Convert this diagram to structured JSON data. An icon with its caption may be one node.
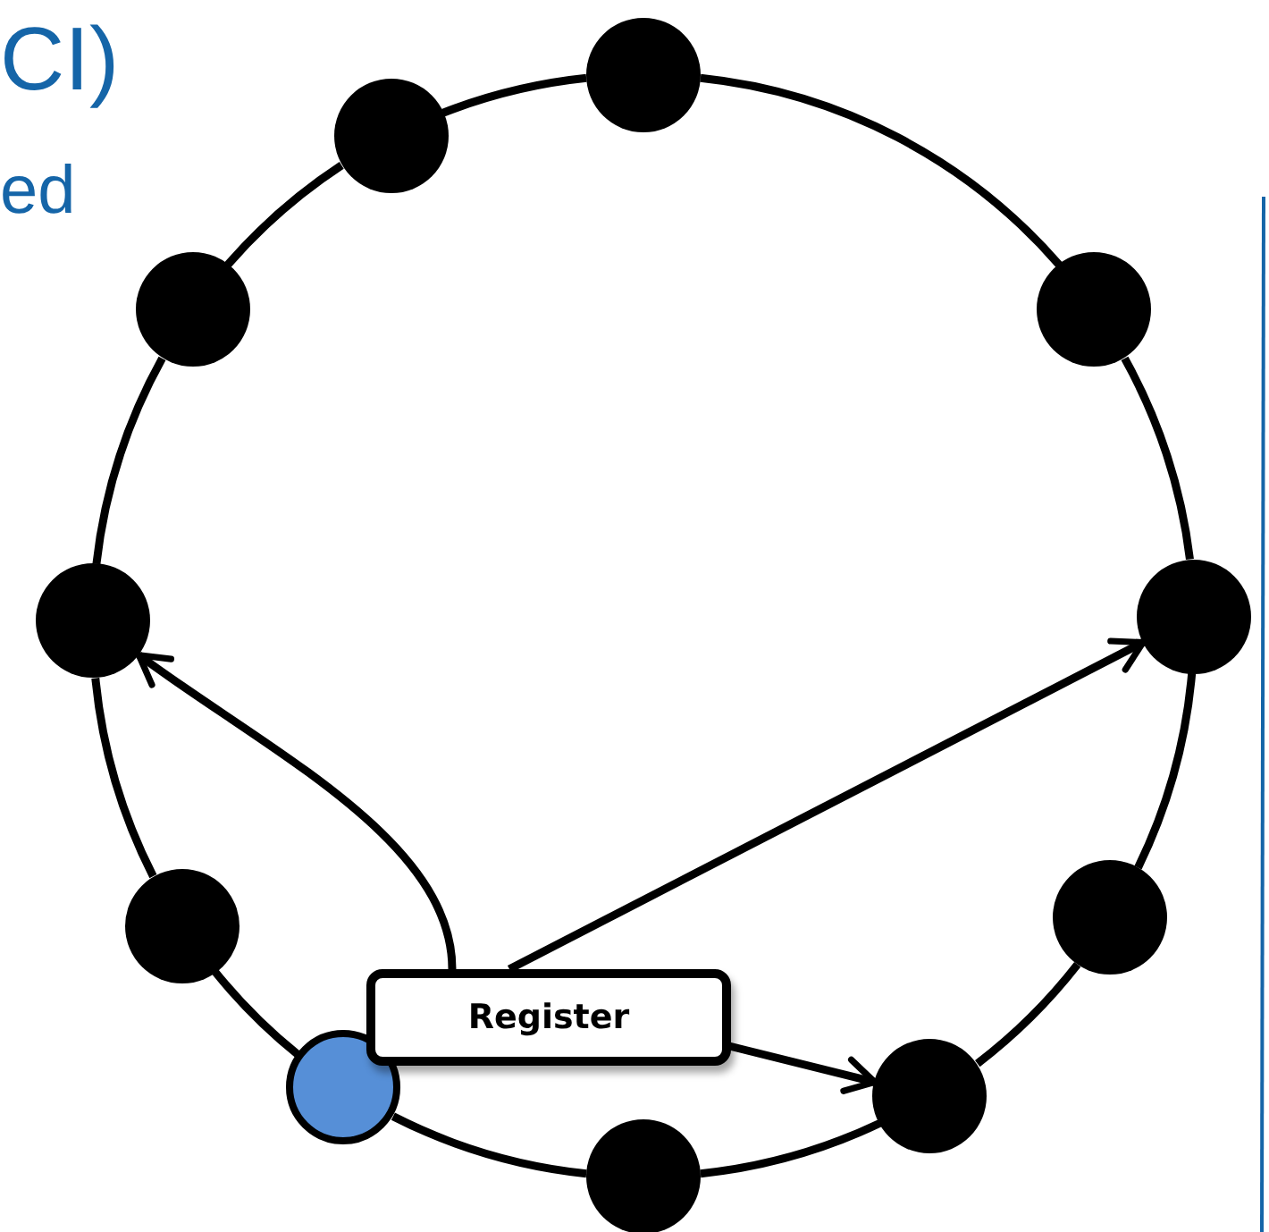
{
  "diagram": {
    "nodes": [
      {
        "text": [],
        "shape": "circle"
      },
      {
        "text": [],
        "shape": "circle"
      },
      {
        "text": [],
        "shape": "circle"
      },
      {
        "text": [],
        "shape": "circle"
      },
      {
        "text": [],
        "shape": "circle"
      },
      {
        "text": [],
        "shape": "circle"
      },
      {
        "text": [],
        "shape": "circle"
      },
      {
        "text": [],
        "shape": "circle"
      },
      {
        "text": [],
        "shape": "circle"
      },
      {
        "text": [],
        "shape": "circle"
      },
      {
        "text": [],
        "shape": "circle"
      },
      {
        "text": [
          "Register"
        ]
      }
    ],
    "edges": [
      {
        "from": 0,
        "to": 1,
        "arrow": "none"
      },
      {
        "from": 1,
        "to": 2,
        "arrow": "none"
      },
      {
        "from": 2,
        "to": 3,
        "arrow": "none"
      },
      {
        "from": 3,
        "to": 4,
        "arrow": "none"
      },
      {
        "from": 4,
        "to": 5,
        "arrow": "none"
      },
      {
        "from": 5,
        "to": 6,
        "arrow": "none"
      },
      {
        "from": 6,
        "to": 7,
        "arrow": "none"
      },
      {
        "from": 7,
        "to": 8,
        "arrow": "none"
      },
      {
        "from": 8,
        "to": 9,
        "arrow": "none"
      },
      {
        "from": 9,
        "to": 10,
        "arrow": "none"
      },
      {
        "from": 10,
        "to": 0,
        "arrow": "none"
      },
      {
        "from": 11,
        "to": 8,
        "arrow": "to"
      },
      {
        "from": 11,
        "to": 2,
        "arrow": "to"
      },
      {
        "from": 11,
        "to": 4,
        "arrow": "to"
      }
    ],
    "labels": [
      "CI)",
      "ed"
    ]
  }
}
